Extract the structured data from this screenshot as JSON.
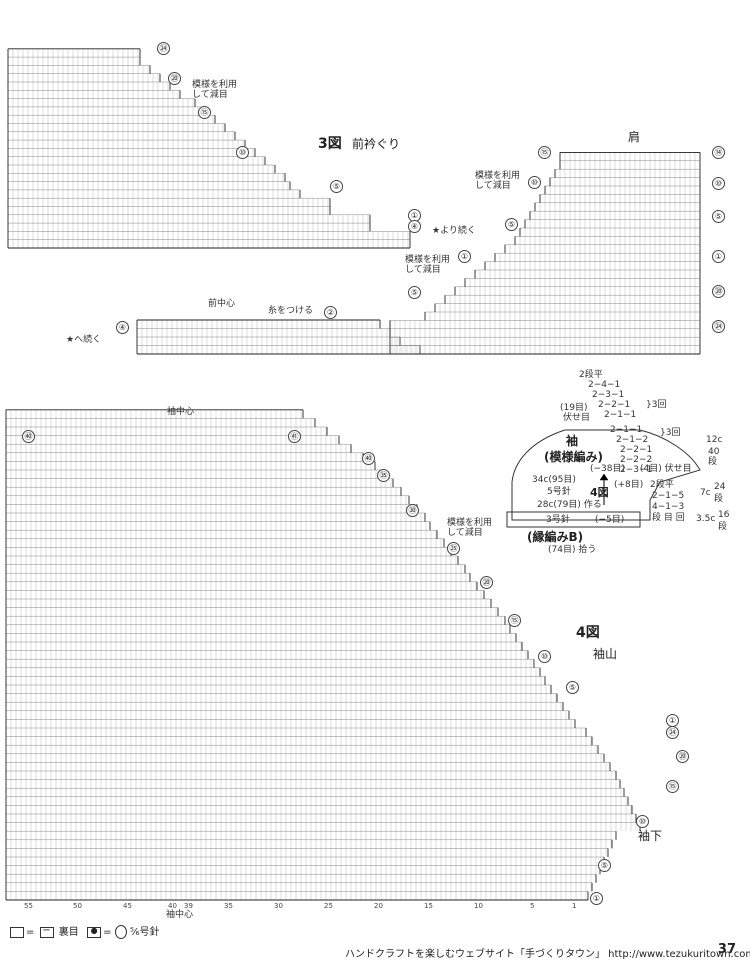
{
  "diagram3": {
    "title": "3図",
    "subtitle": "前衿ぐり",
    "shoulder_label": "肩",
    "note_reduce_1": "模様を利用",
    "note_reduce_2": "して減目",
    "note_reduce_3": "模様を利用",
    "note_reduce_4": "して減目",
    "note_reduce_5": "模様を利用",
    "note_reduce_6": "して減目",
    "continue_from": "★より続く",
    "continue_to": "★へ続く",
    "front_center": "前中心",
    "attach_yarn": "糸をつける",
    "left_rows": [
      "㉔",
      "⑳",
      "⑮",
      "⑩",
      "⑤",
      "①",
      "④"
    ],
    "right_rows": [
      "⑭",
      "⑩",
      "⑤",
      "①",
      "⑳",
      "㉔"
    ],
    "right_side_rows": [
      "⑮",
      "⑩",
      "⑤",
      "①",
      "⑤"
    ],
    "bottom_marks": [
      "②",
      "④"
    ]
  },
  "schematic": {
    "shape_counts": [
      "2段平",
      "2−4−1",
      "2−3−1",
      "2−2−1",
      "2−1−1",
      "2−1−1",
      "2−1−2",
      "2−2−1",
      "2−2−2",
      "2−3−1"
    ],
    "times_3a": "}3回",
    "times_3b": "}3回",
    "left_top_1": "(19目)",
    "left_top_2": "伏せ目",
    "sleeve": "袖",
    "pattern": "(模様編み)",
    "minus38": "(−38目)",
    "right_bind": "(4目) 伏せ目",
    "width_34": "34c(95目)",
    "needle5": "5号針",
    "fig4": "4図",
    "plus8": "(+8目)",
    "width_28": "28c(79目) 作る",
    "needle3": "3号針",
    "minus5": "(−5目)",
    "border": "(縁編みB)",
    "pickup": "(74目) 拾う",
    "inc_flat": "2段平",
    "inc_1": "2−1−5",
    "inc_2": "4−1−3",
    "inc_header": "段 目 回",
    "h12": "12c",
    "h40": "40",
    "h40b": "段",
    "h7": "7c",
    "h24": "24",
    "h24b": "段",
    "h35": "3.5c",
    "h16": "16",
    "h16b": "段"
  },
  "diagram4": {
    "title": "4図",
    "subtitle": "袖山",
    "sleeve_bottom": "袖下",
    "sleeve_center_top": "袖中心",
    "sleeve_center_bottom": "袖中心",
    "note_reduce_1": "模様を利用",
    "note_reduce_2": "して減目",
    "top_rows_left": [
      "㊵",
      "㊶"
    ],
    "right_rows": [
      "㊵",
      "㉟",
      "㉚",
      "㉕",
      "⑳",
      "⑮",
      "⑩",
      "⑤",
      "①",
      "㉔",
      "⑳",
      "⑮",
      "⑩",
      "⑤",
      "①"
    ],
    "col_numbers": [
      "55",
      "50",
      "45",
      "40",
      "39",
      "35",
      "30",
      "25",
      "20",
      "15",
      "10",
      "5",
      "1"
    ]
  },
  "legend": {
    "text1": "= ",
    "text2": " 裏目",
    "text3": "= ",
    "text4": " ⁵⁄₆号針"
  },
  "footer": {
    "text": "ハンドクラフトを楽しむウェブサイト「手づくりタウン」  http://www.tezukuritown.com",
    "page": "37"
  }
}
